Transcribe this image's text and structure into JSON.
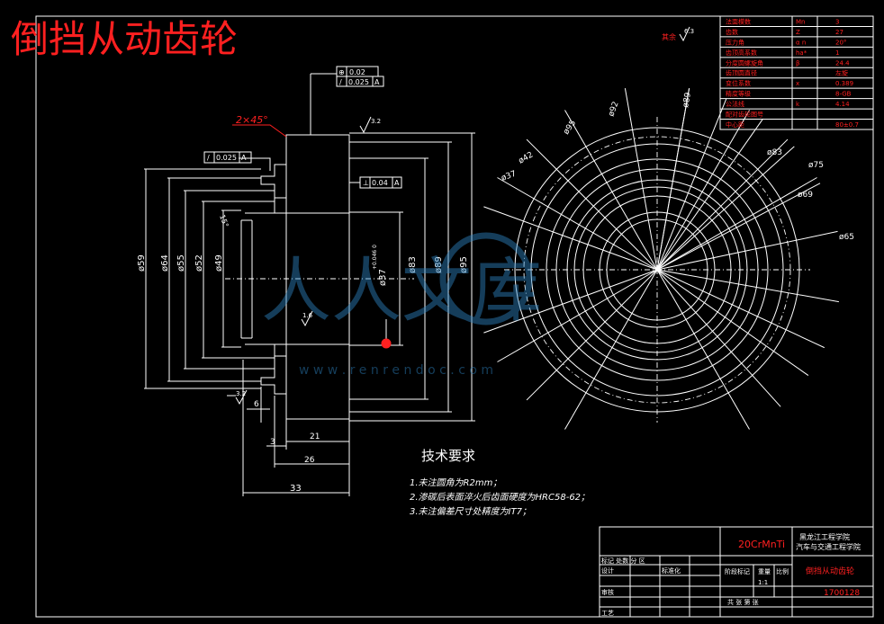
{
  "title": "倒挡从动齿轮",
  "watermark": {
    "brand": "人人文库",
    "url": "w w w . r e n r e n d o c . c o m"
  },
  "tech_requirements": {
    "heading": "技术要求",
    "items": [
      "1.未注圆角为R2mm；",
      "2.渗碳后表面淬火后齿面硬度为HRC58-62；",
      "3.未注偏差尺寸处精度为IT7；"
    ]
  },
  "param_table": {
    "rows": [
      [
        "法面模数",
        "Mn",
        "3"
      ],
      [
        "齿数",
        "Z",
        "27"
      ],
      [
        "压力角",
        "α n",
        "20°"
      ],
      [
        "齿顶高系数",
        "ha*",
        "1"
      ],
      [
        "分度圆螺旋角",
        "β",
        "24.4"
      ],
      [
        "齿顶圆直径",
        "",
        "左旋"
      ],
      [
        "变位系数",
        "x",
        "0.389"
      ],
      [
        "精度等级",
        "",
        "8-GB"
      ],
      [
        "公法线",
        "k",
        "4.14"
      ],
      [
        "配对齿轮图号",
        "",
        ""
      ],
      [
        "中心距",
        "",
        "80±0.7"
      ]
    ]
  },
  "title_block": {
    "material": "20CrMnTi",
    "org_line1": "黑龙江工程学院",
    "org_line2": "汽车与交通工程学院",
    "part_name": "倒挡从动齿轮",
    "drawing_no": "1700128",
    "scale": "1:1",
    "labels": {
      "markers": "标记 处数 分 区",
      "design": "设计",
      "std": "标准化",
      "review": "审核",
      "process": "工艺",
      "stage": "阶段标记",
      "weight": "重量",
      "ratio": "比例",
      "sheets": "共 张  第 张"
    }
  },
  "roughness": {
    "other": "其余",
    "other_value": "6.3",
    "top": "3.2",
    "bore": "1.6",
    "left": "3.2"
  },
  "tolerances": {
    "fcf_top_1": [
      "⊕",
      "0.02"
    ],
    "fcf_top_2": [
      "/",
      "0.025",
      "A"
    ],
    "fcf_left": [
      "/",
      "0.025",
      "A"
    ],
    "fcf_right": [
      "⊥",
      "0.04",
      "A"
    ],
    "datum": "A"
  },
  "dimensions": {
    "chamfer": "2×45°",
    "angle": "15°",
    "d59": "ø59",
    "d64": "ø64",
    "d55": "ø55",
    "d52": "ø52",
    "d49": "ø49",
    "d37": "ø37",
    "d37_tol": "+0.046 0",
    "d83": "ø83",
    "d89": "ø89",
    "d95": "ø95",
    "l6": "6",
    "l3": "3",
    "l21": "21",
    "l26": "26",
    "l33": "33"
  },
  "end_view_labels": [
    "ø65",
    "ø69",
    "ø75",
    "ø83",
    "ø89",
    "ø92",
    "ø95",
    "ø42",
    "ø37"
  ]
}
